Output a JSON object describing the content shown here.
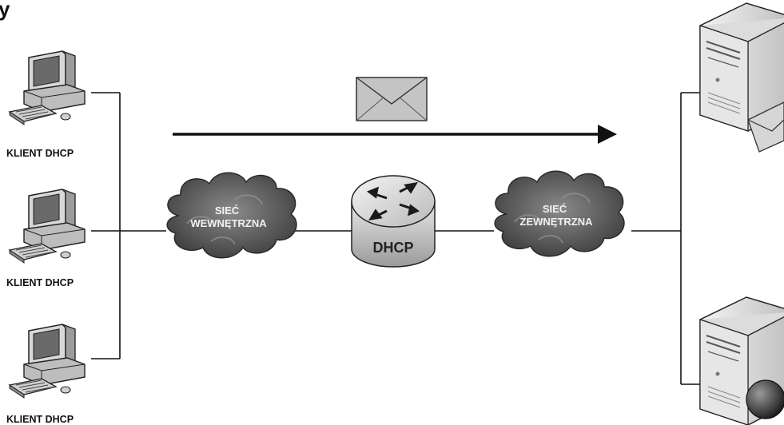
{
  "header": {
    "text": "y"
  },
  "clients": [
    {
      "label": "KLIENT DHCP"
    },
    {
      "label": "KLIENT DHCP"
    },
    {
      "label": "KLIENT DHCP"
    }
  ],
  "clouds": {
    "internal": {
      "line1": "SIEĆ",
      "line2": "WEWNĘTRZNA"
    },
    "external": {
      "line1": "SIEĆ",
      "line2": "ZEWNĘTRZNA"
    }
  },
  "router": {
    "label": "DHCP"
  },
  "icons": {
    "envelope": "envelope-icon",
    "arrow": "arrow-right-icon",
    "client": "computer-icon",
    "server": "server-icon",
    "router": "router-icon",
    "cloud": "cloud-icon"
  }
}
